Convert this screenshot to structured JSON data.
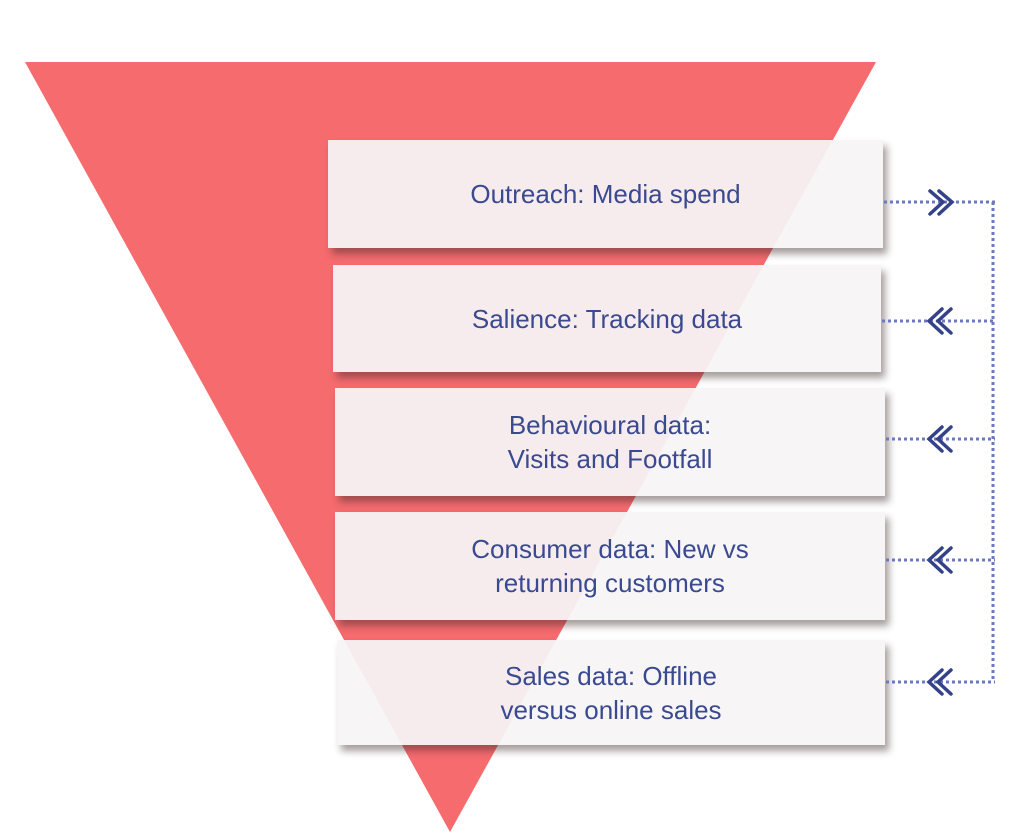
{
  "colors": {
    "funnel": "#f56b6e",
    "text": "#3a4a90",
    "connector": "#6e78c0",
    "arrow": "#34428a"
  },
  "stages": [
    {
      "label": "Outreach: Media spend",
      "arrow": "right"
    },
    {
      "label": "Salience: Tracking data",
      "arrow": "left"
    },
    {
      "label": "Behavioural data:\nVisits and Footfall",
      "arrow": "left"
    },
    {
      "label": "Consumer data: New vs\nreturning customers",
      "arrow": "left"
    },
    {
      "label": "Sales data: Offline\nversus online sales",
      "arrow": "left"
    }
  ]
}
